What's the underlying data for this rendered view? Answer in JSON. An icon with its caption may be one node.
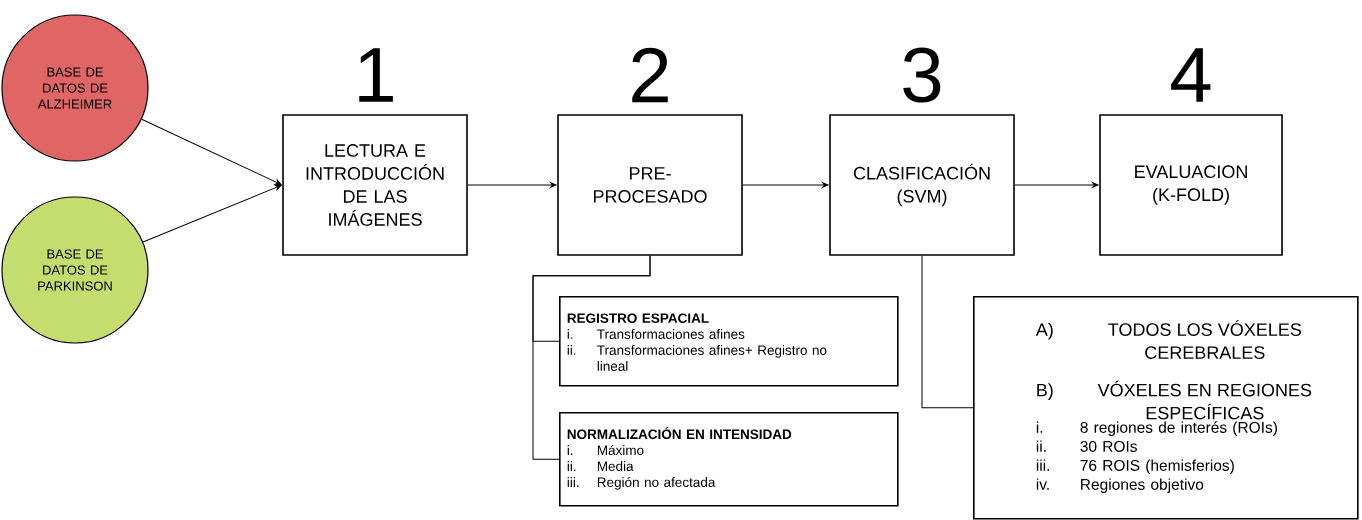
{
  "diagram": {
    "nodes": [
      {
        "text": [
          "BASE DE DATOS DE ALZHEIMER"
        ]
      },
      {
        "text": [
          "BASE DE DATOS DE PARKINSON"
        ]
      },
      {
        "text": [
          "LECTURA E INTRODUCCIÓN DE LAS IMÁGENES"
        ],
        "beside": [
          "1"
        ]
      },
      {
        "text": [
          "PRE-PROCESADO"
        ],
        "beside": [
          "2"
        ]
      },
      {
        "text": [
          "CLASIFICACIÓN (SVM)"
        ],
        "beside": [
          "3"
        ]
      },
      {
        "text": [
          "EVALUACION (K-FOLD)"
        ],
        "beside": [
          "4"
        ]
      },
      {
        "text": [
          "REGISTRO ESPACIAL",
          "i.",
          "Transformaciones afines",
          "ii.",
          "Transformaciones afines+ Registro no lineal"
        ]
      },
      {
        "text": [
          "NORMALIZACIÓN EN INTENSIDAD",
          "i.",
          "Máximo",
          "ii.",
          "Media",
          "iii.",
          "Región no afectada"
        ]
      },
      {
        "text": [
          "A)",
          "TODOS LOS VÓXELES CEREBRALES",
          "B)",
          "VÓXELES EN REGIONES ESPECÍFICAS",
          "i.",
          "8 regiones de interés (ROIs)",
          "ii.",
          "30 ROIs",
          "iii.",
          "76 ROIS (hemisferios)",
          "iv.",
          "Regiones objetivo"
        ]
      }
    ],
    "edges": [
      {
        "from": 0,
        "to": 2,
        "arrow": "to"
      },
      {
        "from": 1,
        "to": 2,
        "arrow": "to"
      },
      {
        "from": 2,
        "to": 3,
        "arrow": "to"
      },
      {
        "from": 3,
        "to": 4,
        "arrow": "to"
      },
      {
        "from": 4,
        "to": 5,
        "arrow": "to"
      },
      {
        "from": 3,
        "to": 6,
        "arrow": "none"
      },
      {
        "from": 3,
        "to": 7,
        "arrow": "none"
      },
      {
        "from": 4,
        "to": 8,
        "arrow": "none"
      }
    ]
  }
}
